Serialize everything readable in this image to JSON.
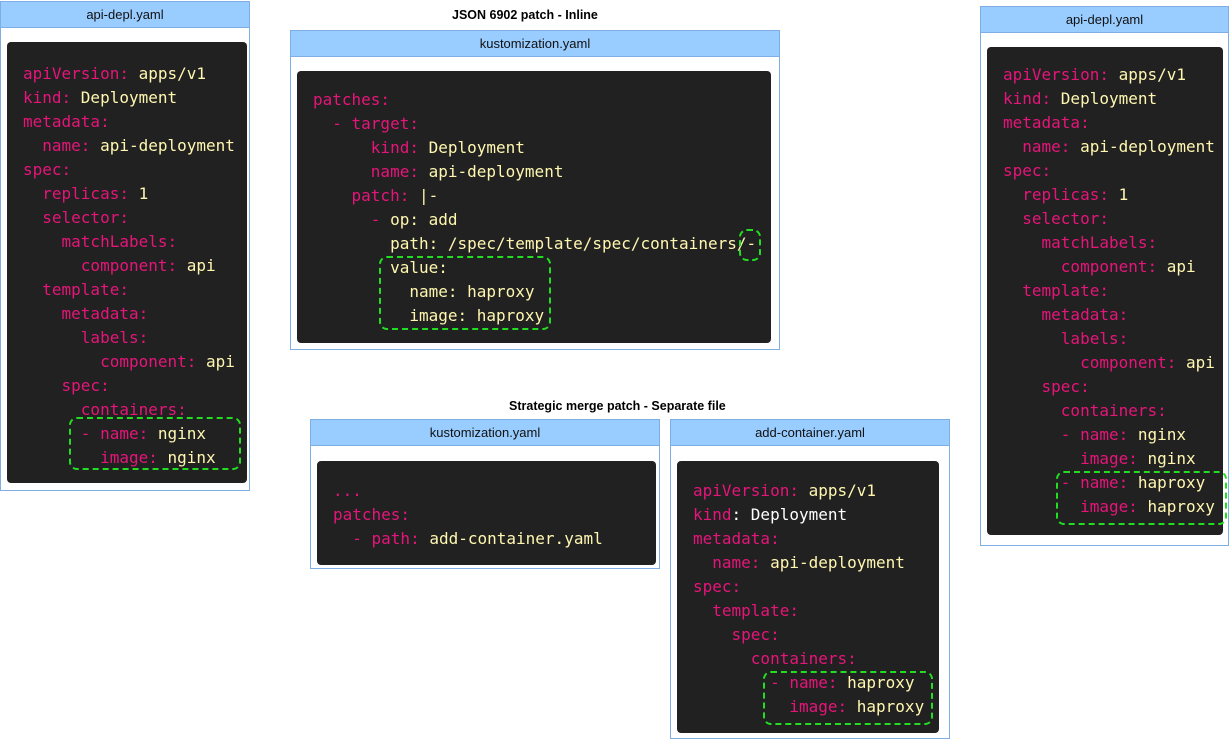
{
  "section_inline": {
    "title": "JSON 6902 patch - Inline"
  },
  "section_separate": {
    "title": "Strategic merge patch - Separate file"
  },
  "left_card": {
    "title": "api-depl.yaml",
    "lines": [
      [
        [
          "k",
          "apiVersion: "
        ],
        [
          "v",
          "apps/v1"
        ]
      ],
      [
        [
          "k",
          "kind: "
        ],
        [
          "v",
          "Deployment"
        ]
      ],
      [
        [
          "k",
          "metadata:"
        ]
      ],
      [
        [
          "k",
          "  name: "
        ],
        [
          "v",
          "api-deployment"
        ]
      ],
      [
        [
          "k",
          "spec:"
        ]
      ],
      [
        [
          "k",
          "  replicas: "
        ],
        [
          "v",
          "1"
        ]
      ],
      [
        [
          "k",
          "  selector:"
        ]
      ],
      [
        [
          "k",
          "    matchLabels:"
        ]
      ],
      [
        [
          "k",
          "      component: "
        ],
        [
          "v",
          "api"
        ]
      ],
      [
        [
          "k",
          "  template:"
        ]
      ],
      [
        [
          "k",
          "    metadata:"
        ]
      ],
      [
        [
          "k",
          "      labels:"
        ]
      ],
      [
        [
          "k",
          "        component: "
        ],
        [
          "v",
          "api"
        ]
      ],
      [
        [
          "k",
          "    spec:"
        ]
      ],
      [
        [
          "k",
          "      containers:"
        ]
      ],
      [
        [
          "k",
          "      - name: "
        ],
        [
          "v",
          "nginx"
        ]
      ],
      [
        [
          "k",
          "        image: "
        ],
        [
          "v",
          "nginx"
        ]
      ]
    ]
  },
  "inline_card": {
    "title": "kustomization.yaml",
    "lines": [
      [
        [
          "k",
          "patches:"
        ]
      ],
      [
        [
          "k",
          "  - target:"
        ]
      ],
      [
        [
          "k",
          "      kind: "
        ],
        [
          "v",
          "Deployment"
        ]
      ],
      [
        [
          "k",
          "      name: "
        ],
        [
          "v",
          "api-deployment"
        ]
      ],
      [
        [
          "k",
          "    patch: "
        ],
        [
          "v",
          "|-"
        ]
      ],
      [
        [
          "k",
          "      - "
        ],
        [
          "v",
          "op: add"
        ]
      ],
      [
        [
          "v",
          "        path: /spec/template/spec/containers/-"
        ]
      ],
      [
        [
          "v",
          "        value:"
        ]
      ],
      [
        [
          "v",
          "          name: haproxy"
        ]
      ],
      [
        [
          "v",
          "          image: haproxy"
        ]
      ]
    ]
  },
  "kust_card": {
    "title": "kustomization.yaml",
    "lines": [
      [
        [
          "k",
          "..."
        ]
      ],
      [
        [
          "k",
          "patches:"
        ]
      ],
      [
        [
          "k",
          "  - path: "
        ],
        [
          "v",
          "add-container.yaml"
        ]
      ]
    ]
  },
  "add_card": {
    "title": "add-container.yaml",
    "lines": [
      [
        [
          "k",
          "apiVersion: "
        ],
        [
          "v",
          "apps/v1"
        ]
      ],
      [
        [
          "k",
          "kind"
        ],
        [
          "w",
          ": Deployment"
        ]
      ],
      [
        [
          "k",
          "metadata:"
        ]
      ],
      [
        [
          "k",
          "  name: "
        ],
        [
          "v",
          "api-deployment"
        ]
      ],
      [
        [
          "k",
          "spec:"
        ]
      ],
      [
        [
          "k",
          "  template:"
        ]
      ],
      [
        [
          "k",
          "    spec:"
        ]
      ],
      [
        [
          "k",
          "      containers:"
        ]
      ],
      [
        [
          "k",
          "        - name: "
        ],
        [
          "v",
          "haproxy"
        ]
      ],
      [
        [
          "k",
          "          image: "
        ],
        [
          "v",
          "haproxy"
        ]
      ]
    ]
  },
  "right_card": {
    "title": "api-depl.yaml",
    "lines": [
      [
        [
          "k",
          "apiVersion: "
        ],
        [
          "v",
          "apps/v1"
        ]
      ],
      [
        [
          "k",
          "kind: "
        ],
        [
          "v",
          "Deployment"
        ]
      ],
      [
        [
          "k",
          "metadata:"
        ]
      ],
      [
        [
          "k",
          "  name: "
        ],
        [
          "v",
          "api-deployment"
        ]
      ],
      [
        [
          "k",
          "spec:"
        ]
      ],
      [
        [
          "k",
          "  replicas: "
        ],
        [
          "v",
          "1"
        ]
      ],
      [
        [
          "k",
          "  selector:"
        ]
      ],
      [
        [
          "k",
          "    matchLabels:"
        ]
      ],
      [
        [
          "k",
          "      component: "
        ],
        [
          "v",
          "api"
        ]
      ],
      [
        [
          "k",
          "  template:"
        ]
      ],
      [
        [
          "k",
          "    metadata:"
        ]
      ],
      [
        [
          "k",
          "      labels:"
        ]
      ],
      [
        [
          "k",
          "        component: "
        ],
        [
          "v",
          "api"
        ]
      ],
      [
        [
          "k",
          "    spec:"
        ]
      ],
      [
        [
          "k",
          "      containers:"
        ]
      ],
      [
        [
          "k",
          "      - name: "
        ],
        [
          "v",
          "nginx"
        ]
      ],
      [
        [
          "k",
          "        image: "
        ],
        [
          "v",
          "nginx"
        ]
      ],
      [
        [
          "k",
          "      - name: "
        ],
        [
          "v",
          "haproxy"
        ]
      ],
      [
        [
          "k",
          "        image: "
        ],
        [
          "v",
          "haproxy"
        ]
      ]
    ]
  }
}
